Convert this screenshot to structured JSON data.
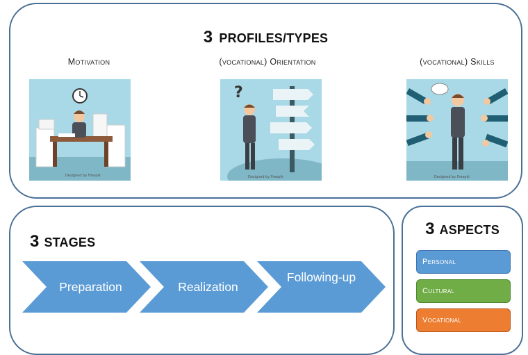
{
  "profiles": {
    "title_number": "3",
    "title_text": "profiles/types",
    "items": [
      {
        "label": "Motivation"
      },
      {
        "label": "(vocational) Orientation"
      },
      {
        "label": "(vocational) Skills"
      }
    ]
  },
  "stages": {
    "title_number": "3",
    "title_text": "stages",
    "steps": [
      "Preparation",
      "Realization",
      "Following-up"
    ]
  },
  "aspects": {
    "title_number": "3",
    "title_text": "aspects",
    "items": [
      {
        "label": "Personal",
        "color": "#5b9bd5",
        "border": "#3f75b0"
      },
      {
        "label": "Cultural",
        "color": "#70ad47",
        "border": "#4f8a2e"
      },
      {
        "label": "Vocational",
        "color": "#ed7d31",
        "border": "#b9561a"
      }
    ]
  },
  "colors": {
    "panel_border": "#4a6f96",
    "chevron_fill": "#5b9bd5",
    "illustration_bg": "#a9d8e6"
  }
}
